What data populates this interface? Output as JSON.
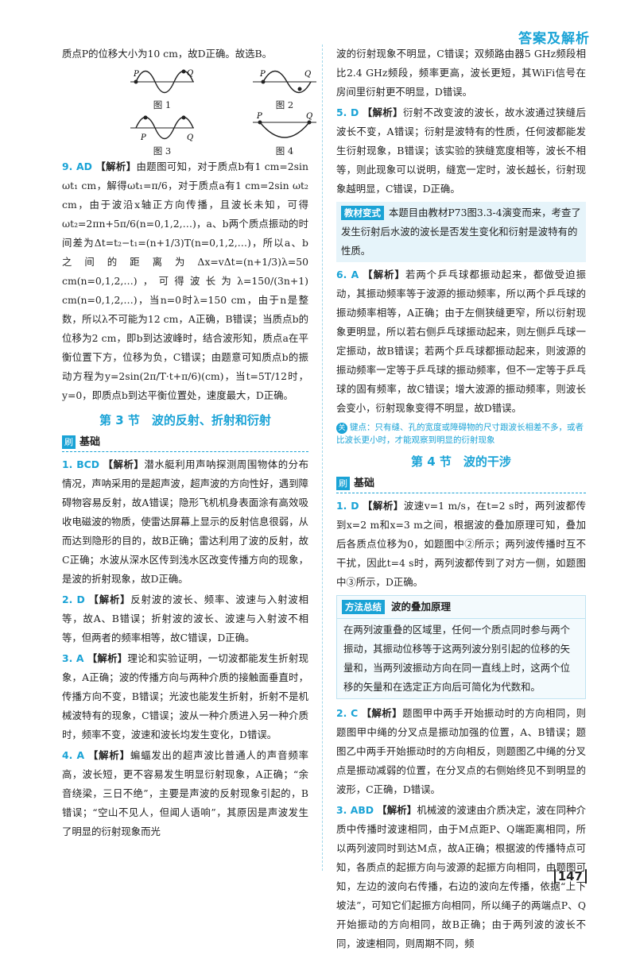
{
  "header": {
    "title": "答案及解析"
  },
  "page_number": "147",
  "left": {
    "intro": "质点P的位移大小为10 cm，故D正确。故选B。",
    "figures": [
      {
        "caption": "图 1",
        "p": "P",
        "q": "Q"
      },
      {
        "caption": "图 2",
        "p": "P",
        "q": "Q"
      },
      {
        "caption": "图 3",
        "p": "P",
        "q": "Q"
      },
      {
        "caption": "图 4",
        "p": "P",
        "q": "Q"
      }
    ],
    "q9": {
      "num": "9. AD",
      "tag": "【解析】",
      "text": "由题图可知，对于质点b有1 cm=2sin ωt₁ cm，解得ωt₁=π/6，对于质点a有1 cm=2sin ωt₂ cm，由于波沿x轴正方向传播，且波长未知，可得ωt₂=2πn+5π/6(n=0,1,2,…)，a、b两个质点振动的时间差为Δt=t₂−t₁=(n+1/3)T(n=0,1,2,…)，所以a、b之间的距离为Δx=vΔt=(n+1/3)λ=50 cm(n=0,1,2,…)，可得波长为λ=150/(3n+1) cm(n=0,1,2,…)，当n=0时λ=150 cm，由于n是整数，所以λ不可能为12 cm，A正确，B错误；当质点b的位移为2 cm，即b到达波峰时，结合波形知，质点a在平衡位置下方，位移为负，C错误；由题意可知质点b的振动方程为y=2sin(2π/T·t+π/6)(cm)，当t=5T/12时，y=0，即质点b到达平衡位置处，速度最大，D正确。"
    },
    "section3": {
      "title": "第 3 节　波的反射、折射和衍射"
    },
    "basic": {
      "mark": "刷",
      "label": "基础"
    },
    "q1": {
      "num": "1. BCD",
      "tag": "【解析】",
      "text": "潜水艇利用声呐探测周围物体的分布情况，声呐采用的是超声波，超声波的方向性好，遇到障碍物容易反射，故A错误；隐形飞机机身表面涂有高效吸收电磁波的物质，使雷达屏幕上显示的反射信息很弱，从而达到隐形的目的，故B正确；雷达利用了波的反射，故C正确；水波从深水区传到浅水区改变传播方向的现象，是波的折射现象，故D正确。"
    },
    "q2": {
      "num": "2. D",
      "tag": "【解析】",
      "text": "反射波的波长、频率、波速与入射波相等，故A、B错误；折射波的波长、波速与入射波不相等，但两者的频率相等，故C错误，D正确。"
    },
    "q3": {
      "num": "3. A",
      "tag": "【解析】",
      "text": "理论和实验证明，一切波都能发生折射现象，A正确；波的传播方向与两种介质的接触面垂直时，传播方向不变，B错误；光波也能发生折射，折射不是机械波特有的现象，C错误；波从一种介质进入另一种介质时，频率不变，波速和波长均发生变化，D错误。"
    },
    "q4": {
      "num": "4. A",
      "tag": "【解析】",
      "text": "蝙蝠发出的超声波比普通人的声音频率高，波长短，更不容易发生明显衍射现象，A正确；“余音绕梁，三日不绝”，主要是声波的反射现象引起的，B错误；“空山不见人，但闻人语响”，其原因是声波发生了明显的衍射现象而光"
    }
  },
  "right": {
    "cont": "波的衍射现象不明显，C错误；双频路由器5 GHz频段相比2.4 GHz频段，频率更高，波长更短，其WiFi信号在房间里衍射更不明显，D错误。",
    "q5": {
      "num": "5. D",
      "tag": "【解析】",
      "text": "衍射不改变波的波长，故水波通过狭缝后波长不变，A错误；衍射是波特有的性质，任何波都能发生衍射现象，B错误；该实验的狭缝宽度相等，波长不相等，则此现象可以说明，缝宽一定时，波长越长，衍射现象越明显，C错误，D正确。"
    },
    "variant": {
      "badge": "教材变式",
      "text": "本题目由教材P73图3.3-4演变而来，考查了发生衍射后水波的波长是否发生变化和衍射是波特有的性质。"
    },
    "q6": {
      "num": "6. A",
      "tag": "【解析】",
      "text": "若两个乒乓球都振动起来，都做受迫振动，其振动频率等于波源的振动频率，所以两个乒乓球的振动频率相等，A正确；由于左侧狭缝更窄，所以衍射现象更明显，所以若右侧乒乓球振动起来，则左侧乒乓球一定振动，故B错误；若两个乒乓球都振动起来，则波源的振动频率一定等于乒乓球的振动频率，但不一定等于乒乓球的固有频率，故C错误；增大波源的振动频率，则波长会变小，衍射现象变得不明显，故D错误。"
    },
    "keynote": {
      "badge": "关",
      "text": "键点：只有缝、孔的宽度或障碍物的尺寸跟波长相差不多，或者比波长更小时，才能观察到明显的衍射现象"
    },
    "section4": {
      "title": "第 4 节　波的干涉"
    },
    "basic": {
      "mark": "刷",
      "label": "基础"
    },
    "r1": {
      "num": "1. D",
      "tag": "【解析】",
      "text": "波速v=1 m/s，在t=2 s时，两列波都传到x=2 m和x=3 m之间，根据波的叠加原理可知，叠加后各质点位移为0，如题图中②所示；两列波传播时互不干扰，因此t=4 s时，两列波都传到了对方一侧，如题图中③所示，D正确。"
    },
    "method": {
      "badge": "方法总结",
      "title": "波的叠加原理",
      "text": "在两列波重叠的区域里，任何一个质点同时参与两个振动，其振动位移等于这两列波分别引起的位移的矢量和，当两列波振动方向在同一直线上时，这两个位移的矢量和在选定正方向后可简化为代数和。"
    },
    "r2": {
      "num": "2. C",
      "tag": "【解析】",
      "text": "题图甲中两手开始振动时的方向相同，则题图甲中绳的分叉点是振动加强的位置，A、B错误；题图乙中两手开始振动时的方向相反，则题图乙中绳的分叉点是振动减弱的位置，在分叉点的右侧始终见不到明显的波形，C正确，D错误。"
    },
    "r3": {
      "num": "3. ABD",
      "tag": "【解析】",
      "text": "机械波的波速由介质决定，波在同种介质中传播时波速相同，由于M点距P、Q端距离相同，所以两列波同时到达M点，故A正确；根据波的传播特点可知，各质点的起振方向与波源的起振方向相同，由题图可知，左边的波向右传播，右边的波向左传播，依据“上下坡法”，可知它们起振方向相同，所以绳子的两端点P、Q开始振动的方向相同，故B正确；由于两列波的波长不同，波速相同，则周期不同，频"
    }
  },
  "colors": {
    "accent": "#1aa3d6",
    "box_bg": "#e6f4fa"
  }
}
